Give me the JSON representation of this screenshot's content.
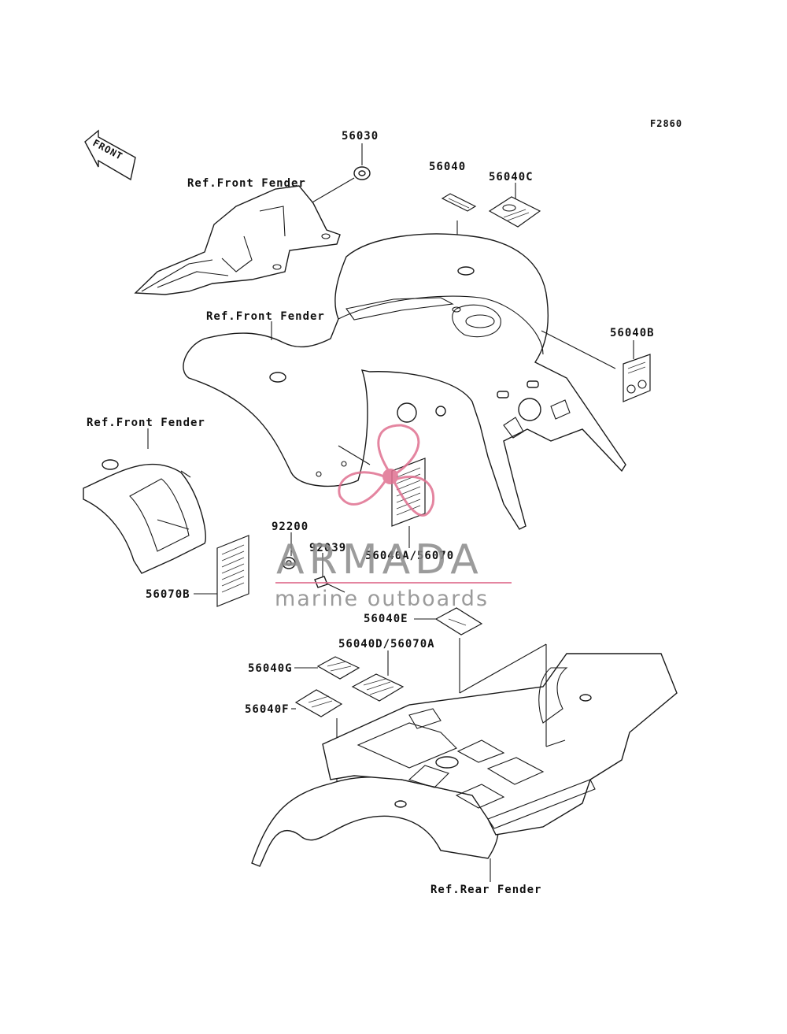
{
  "figure_code": "F2860",
  "direction_arrow": "FRONT",
  "labels": {
    "p56030": "56030",
    "ref_front_fender_1": "Ref.Front Fender",
    "p56040": "56040",
    "p56040C": "56040C",
    "ref_front_fender_2": "Ref.Front Fender",
    "p56040B": "56040B",
    "ref_front_fender_3": "Ref.Front Fender",
    "p92200": "92200",
    "p92039": "92039",
    "p56040A_56070": "56040A/56070",
    "p56070B": "56070B",
    "p56040E": "56040E",
    "p56040D_56070A": "56040D/56070A",
    "p56040G": "56040G",
    "p56040F": "56040F",
    "ref_rear_fender": "Ref.Rear Fender"
  },
  "watermark": {
    "title": "ARMADA",
    "subtitle": "marine outboards",
    "color_pink": "#e07090",
    "color_gray": "#8a8a8a"
  }
}
